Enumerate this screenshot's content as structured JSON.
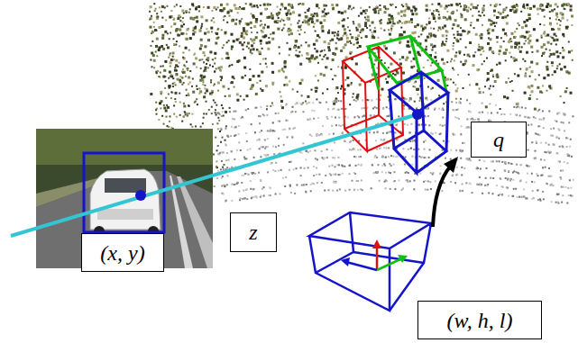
{
  "diagram": {
    "nodes": [
      {
        "text": [
          "(x, y)"
        ]
      },
      {
        "text": [
          "z"
        ]
      },
      {
        "text": [
          "q"
        ]
      },
      {
        "text": [
          "(w, h, l)"
        ]
      }
    ]
  }
}
